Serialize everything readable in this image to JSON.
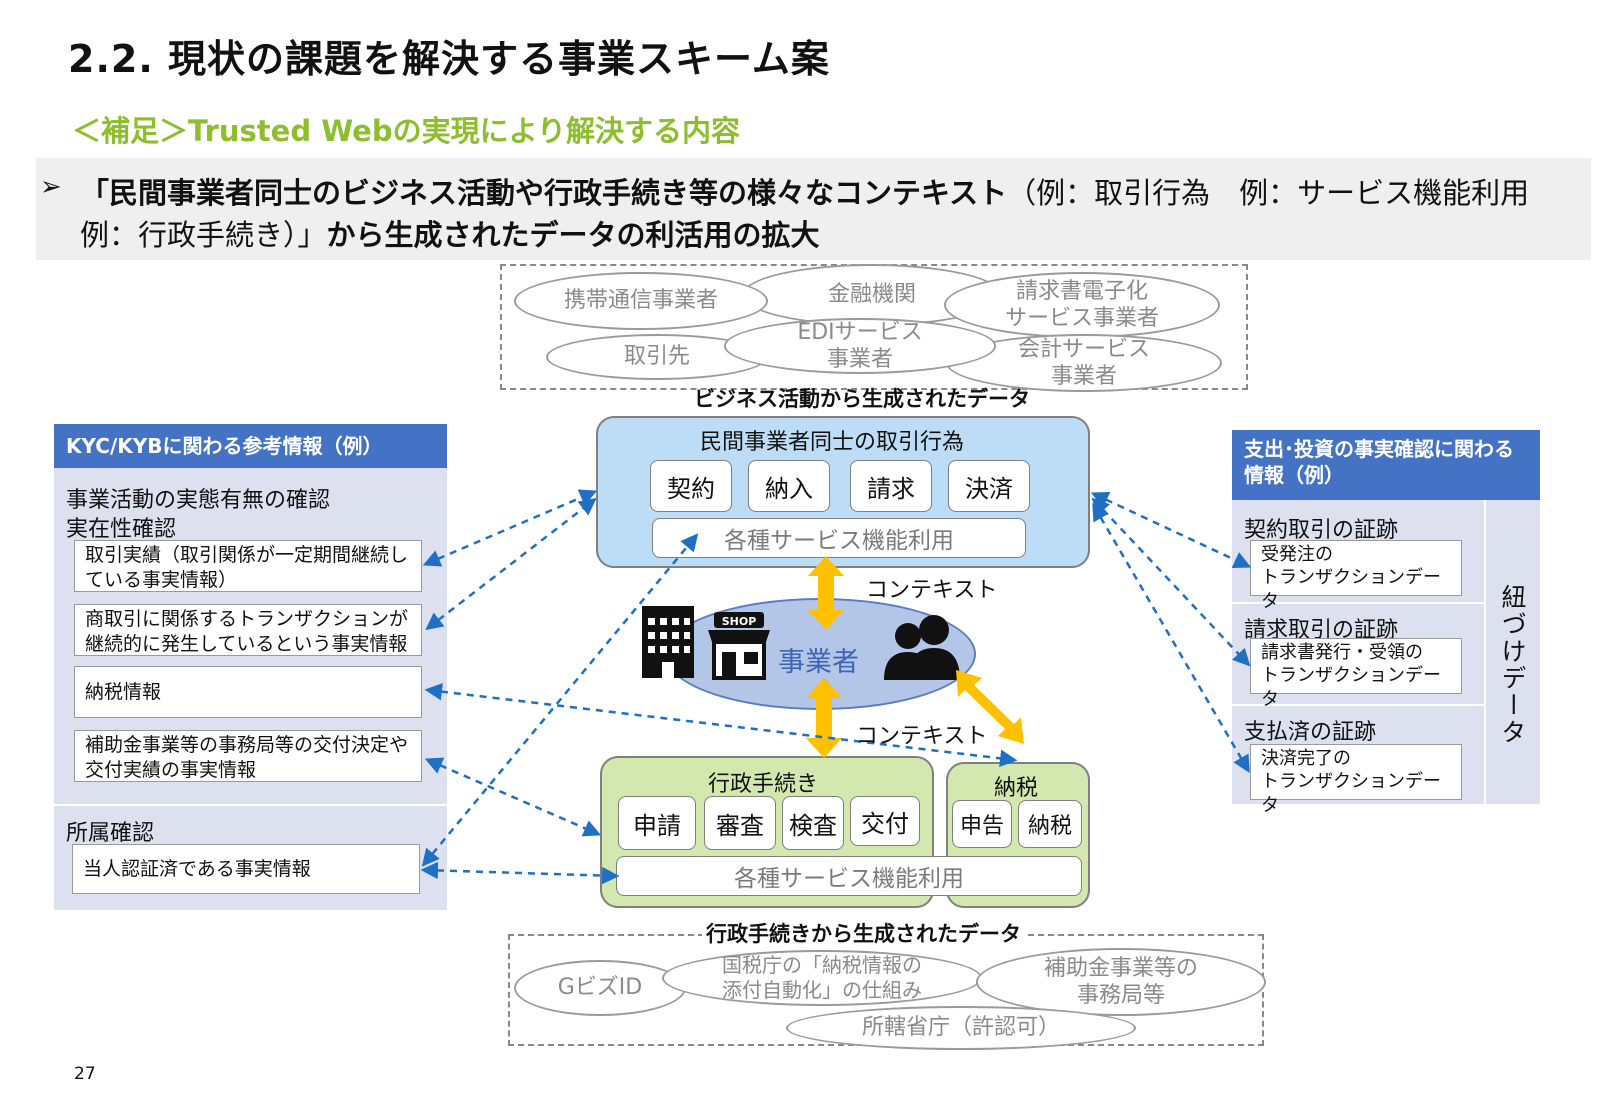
{
  "header": {
    "title": "2.2.  現状の課題を解決する事業スキーム案",
    "subtitle": "＜補足＞Trusted Webの実現により解決する内容"
  },
  "banner": {
    "bullet": "➢",
    "line1_bold": "「民間事業者同士のビジネス活動や行政手続き等の様々なコンテキスト",
    "line1_normal": "（例：取引行為　例：サービス機能利用",
    "line2_normal": "例：行政手続き）」",
    "line2_bold": "から生成されたデータの利活用の拡大"
  },
  "top_cluster": {
    "ellipses": [
      "携帯通信事業者",
      "金融機関",
      "請求書電子化\nサービス事業者",
      "EDIサービス\n事業者",
      "取引先",
      "会計サービス\n事業者"
    ],
    "caption": "ビジネス活動から生成されたデータ"
  },
  "bottom_cluster": {
    "caption": "行政手続きから生成されたデータ",
    "ellipses": [
      "GビズID",
      "国税庁の「納税情報の\n添付自動化」の仕組み",
      "補助金事業等の\n事務局等",
      "所轄省庁（許認可）"
    ]
  },
  "left_panel": {
    "header": "KYC/KYBに関わる参考情報（例）",
    "section1_line1": "事業活動の実態有無の確認",
    "section1_line2": "実在性確認",
    "items": [
      "取引実績（取引関係が一定期間継続している事実情報）",
      "商取引に関係するトランザクションが継続的に発生しているという事実情報",
      "納税情報",
      "補助金事業等の事務局等の交付決定や交付実績の事実情報"
    ],
    "section2": "所属確認",
    "item5": "当人認証済である事実情報"
  },
  "right_panel": {
    "header": "支出･投資の事実確認に関わる情報（例）",
    "groups": [
      {
        "title": "契約取引の証跡",
        "item": "受発注の\nトランザクションデータ"
      },
      {
        "title": "請求取引の証跡",
        "item": "請求書発行・受領の\nトランザクションデータ"
      },
      {
        "title": "支払済の証跡",
        "item": "決済完了の\nトランザクションデータ"
      }
    ],
    "side_label": "紐づけデータ"
  },
  "business_box": {
    "title": "民間事業者同士の取引行為",
    "chips": [
      "契約",
      "納入",
      "請求",
      "決済"
    ],
    "service": "各種サービス機能利用"
  },
  "center": {
    "label": "事業者",
    "shop_label": "SHOP",
    "context_top": "コンテキスト",
    "context_bottom": "コンテキスト"
  },
  "admin_box": {
    "title": "行政手続き",
    "chips": [
      "申請",
      "審査",
      "検査",
      "交付"
    ],
    "service": "各種サービス機能利用"
  },
  "tax_box": {
    "title": "納税",
    "chips": [
      "申告",
      "納税"
    ]
  },
  "page_number": "27",
  "colors": {
    "accent_green": "#8dbe2d",
    "panel_blue": "#4472c4",
    "arrow_blue": "#1f6fc4",
    "arrow_gold": "#ffc000"
  }
}
